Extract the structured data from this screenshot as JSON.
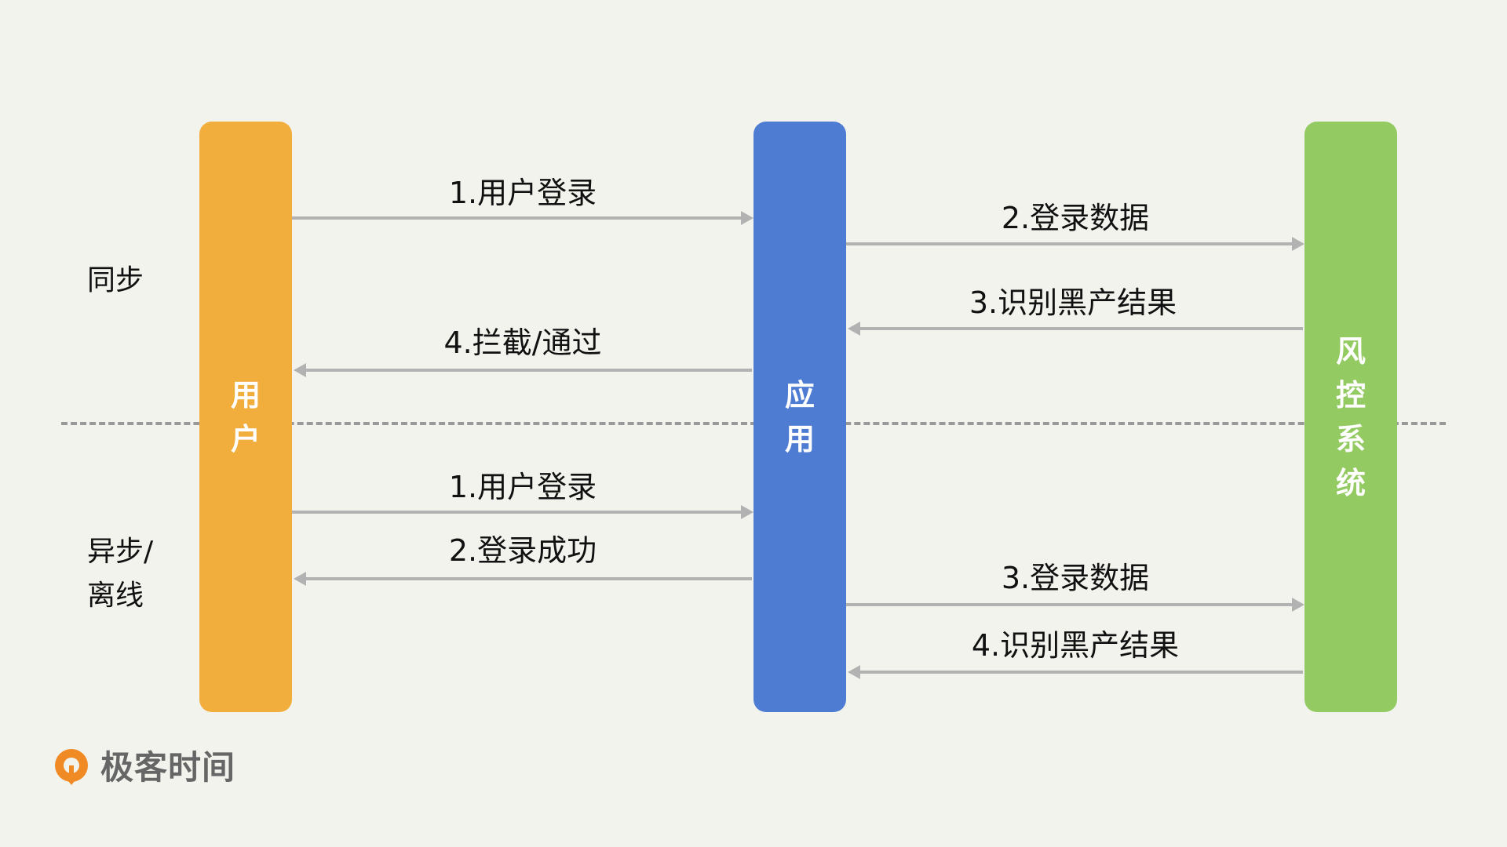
{
  "lanes": {
    "user": "用户",
    "app": "应用",
    "risk": "风控系统"
  },
  "sections": {
    "sync": "同步",
    "async": "异步/\n离线"
  },
  "sync_arrows": [
    {
      "label": "1.用户登录",
      "direction": "right",
      "from": "user",
      "to": "app"
    },
    {
      "label": "2.登录数据",
      "direction": "right",
      "from": "app",
      "to": "risk"
    },
    {
      "label": "3.识别黑产结果",
      "direction": "left",
      "from": "risk",
      "to": "app"
    },
    {
      "label": "4.拦截/通过",
      "direction": "left",
      "from": "app",
      "to": "user"
    }
  ],
  "async_arrows": [
    {
      "label": "1.用户登录",
      "direction": "right",
      "from": "user",
      "to": "app"
    },
    {
      "label": "2.登录成功",
      "direction": "left",
      "from": "app",
      "to": "user"
    },
    {
      "label": "3.登录数据",
      "direction": "right",
      "from": "app",
      "to": "risk"
    },
    {
      "label": "4.识别黑产结果",
      "direction": "left",
      "from": "risk",
      "to": "app"
    }
  ],
  "logo": {
    "text": "极客时间",
    "icon": "geektime-logo-icon"
  },
  "colors": {
    "background": "#f3f3ee",
    "user_lane": "#f2ae3d",
    "app_lane": "#4f7cd3",
    "risk_lane": "#94ca62",
    "arrow": "#b2b2b2",
    "divider": "#999999",
    "logo_orange": "#f08a24",
    "logo_text": "#666666"
  }
}
